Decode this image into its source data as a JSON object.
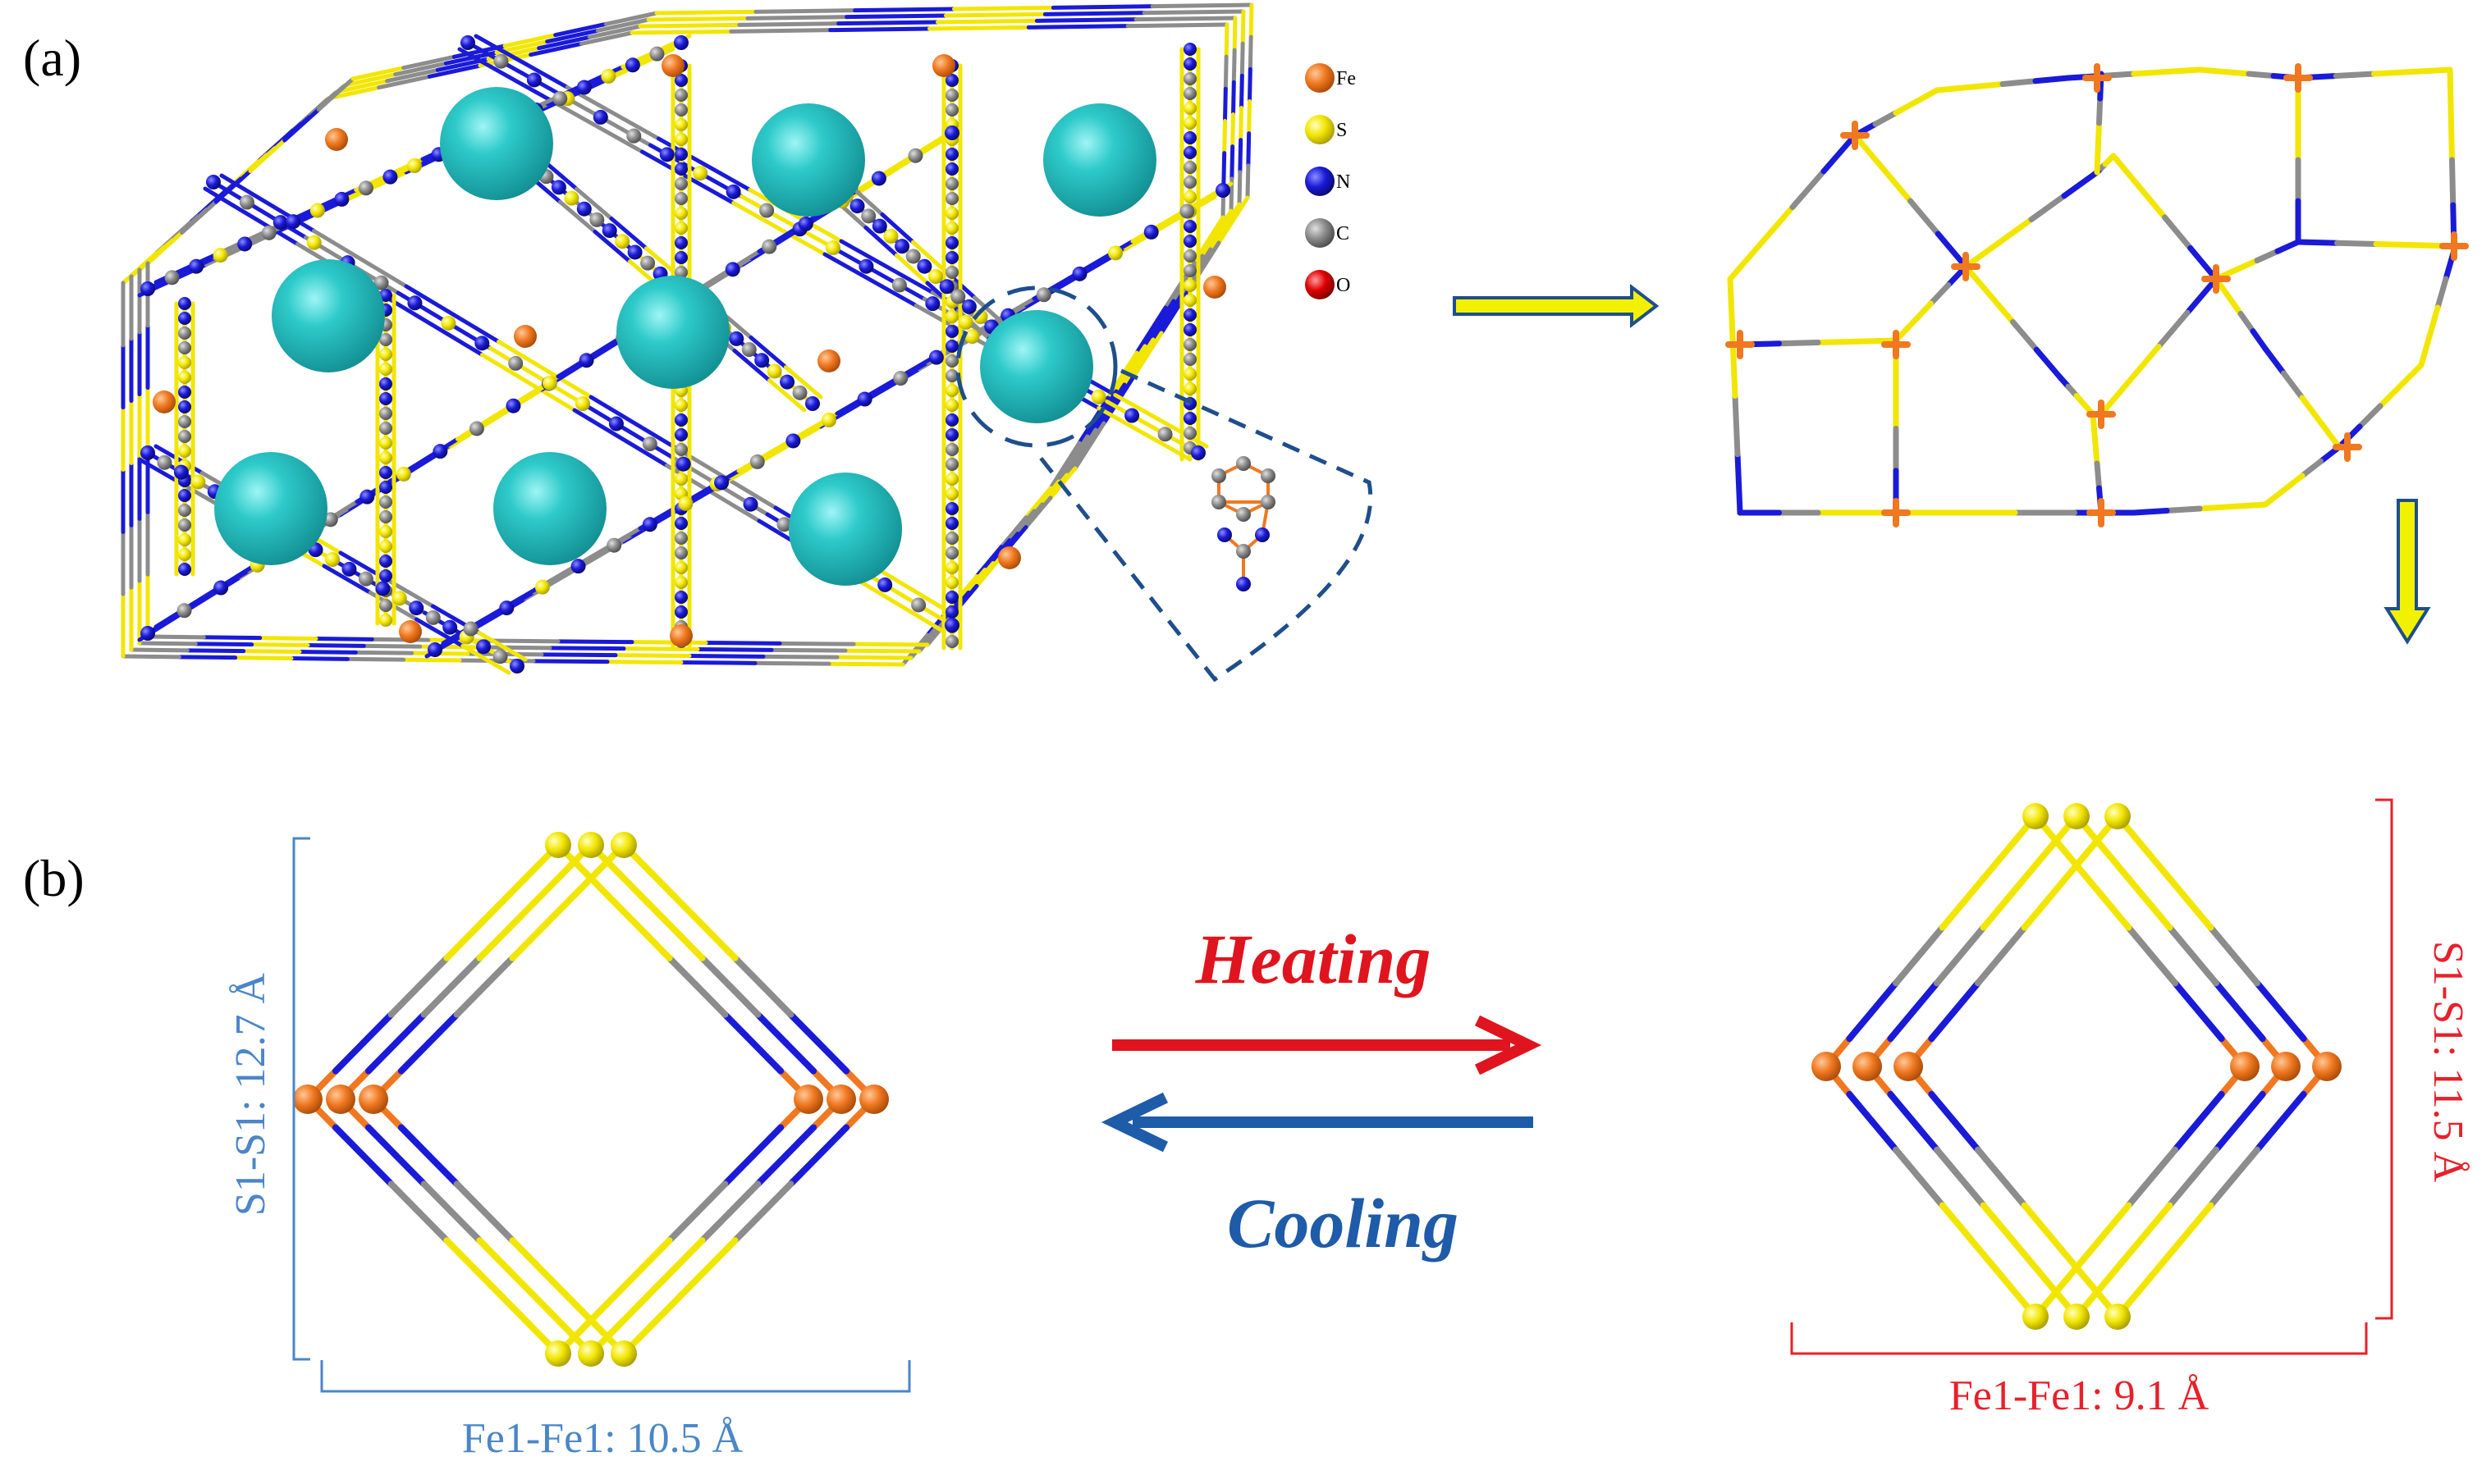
{
  "panels": {
    "a_label": "(a)",
    "b_label": "(b)"
  },
  "legend": [
    {
      "symbol": "Fe",
      "color": "#F07820"
    },
    {
      "symbol": "S",
      "color": "#F2E600"
    },
    {
      "symbol": "N",
      "color": "#1A1AD8"
    },
    {
      "symbol": "C",
      "color": "#8C8C8C"
    },
    {
      "symbol": "O",
      "color": "#E00000"
    }
  ],
  "transition": {
    "heating_label": "Heating",
    "cooling_label": "Cooling",
    "heating_color": "#E0141E",
    "cooling_color": "#1E5BA8"
  },
  "left_cell": {
    "s1_s1": "S1-S1: 12.7 Å",
    "fe1_fe1": "Fe1-Fe1: 10.5 Å",
    "color": "#4A86C8"
  },
  "right_cell": {
    "s1_s1": "S1-S1: 11.5 Å",
    "fe1_fe1": "Fe1-Fe1: 9.1 Å",
    "color": "#E8202A"
  },
  "colors": {
    "fe": "#F07820",
    "s": "#F2E600",
    "n": "#1A1AD8",
    "c": "#8C8C8C",
    "pore": "#2EC8C8",
    "dash": "#1E4E8C",
    "flow_arrow_fill": "#F2F200",
    "flow_arrow_stroke": "#1E4E8C"
  }
}
